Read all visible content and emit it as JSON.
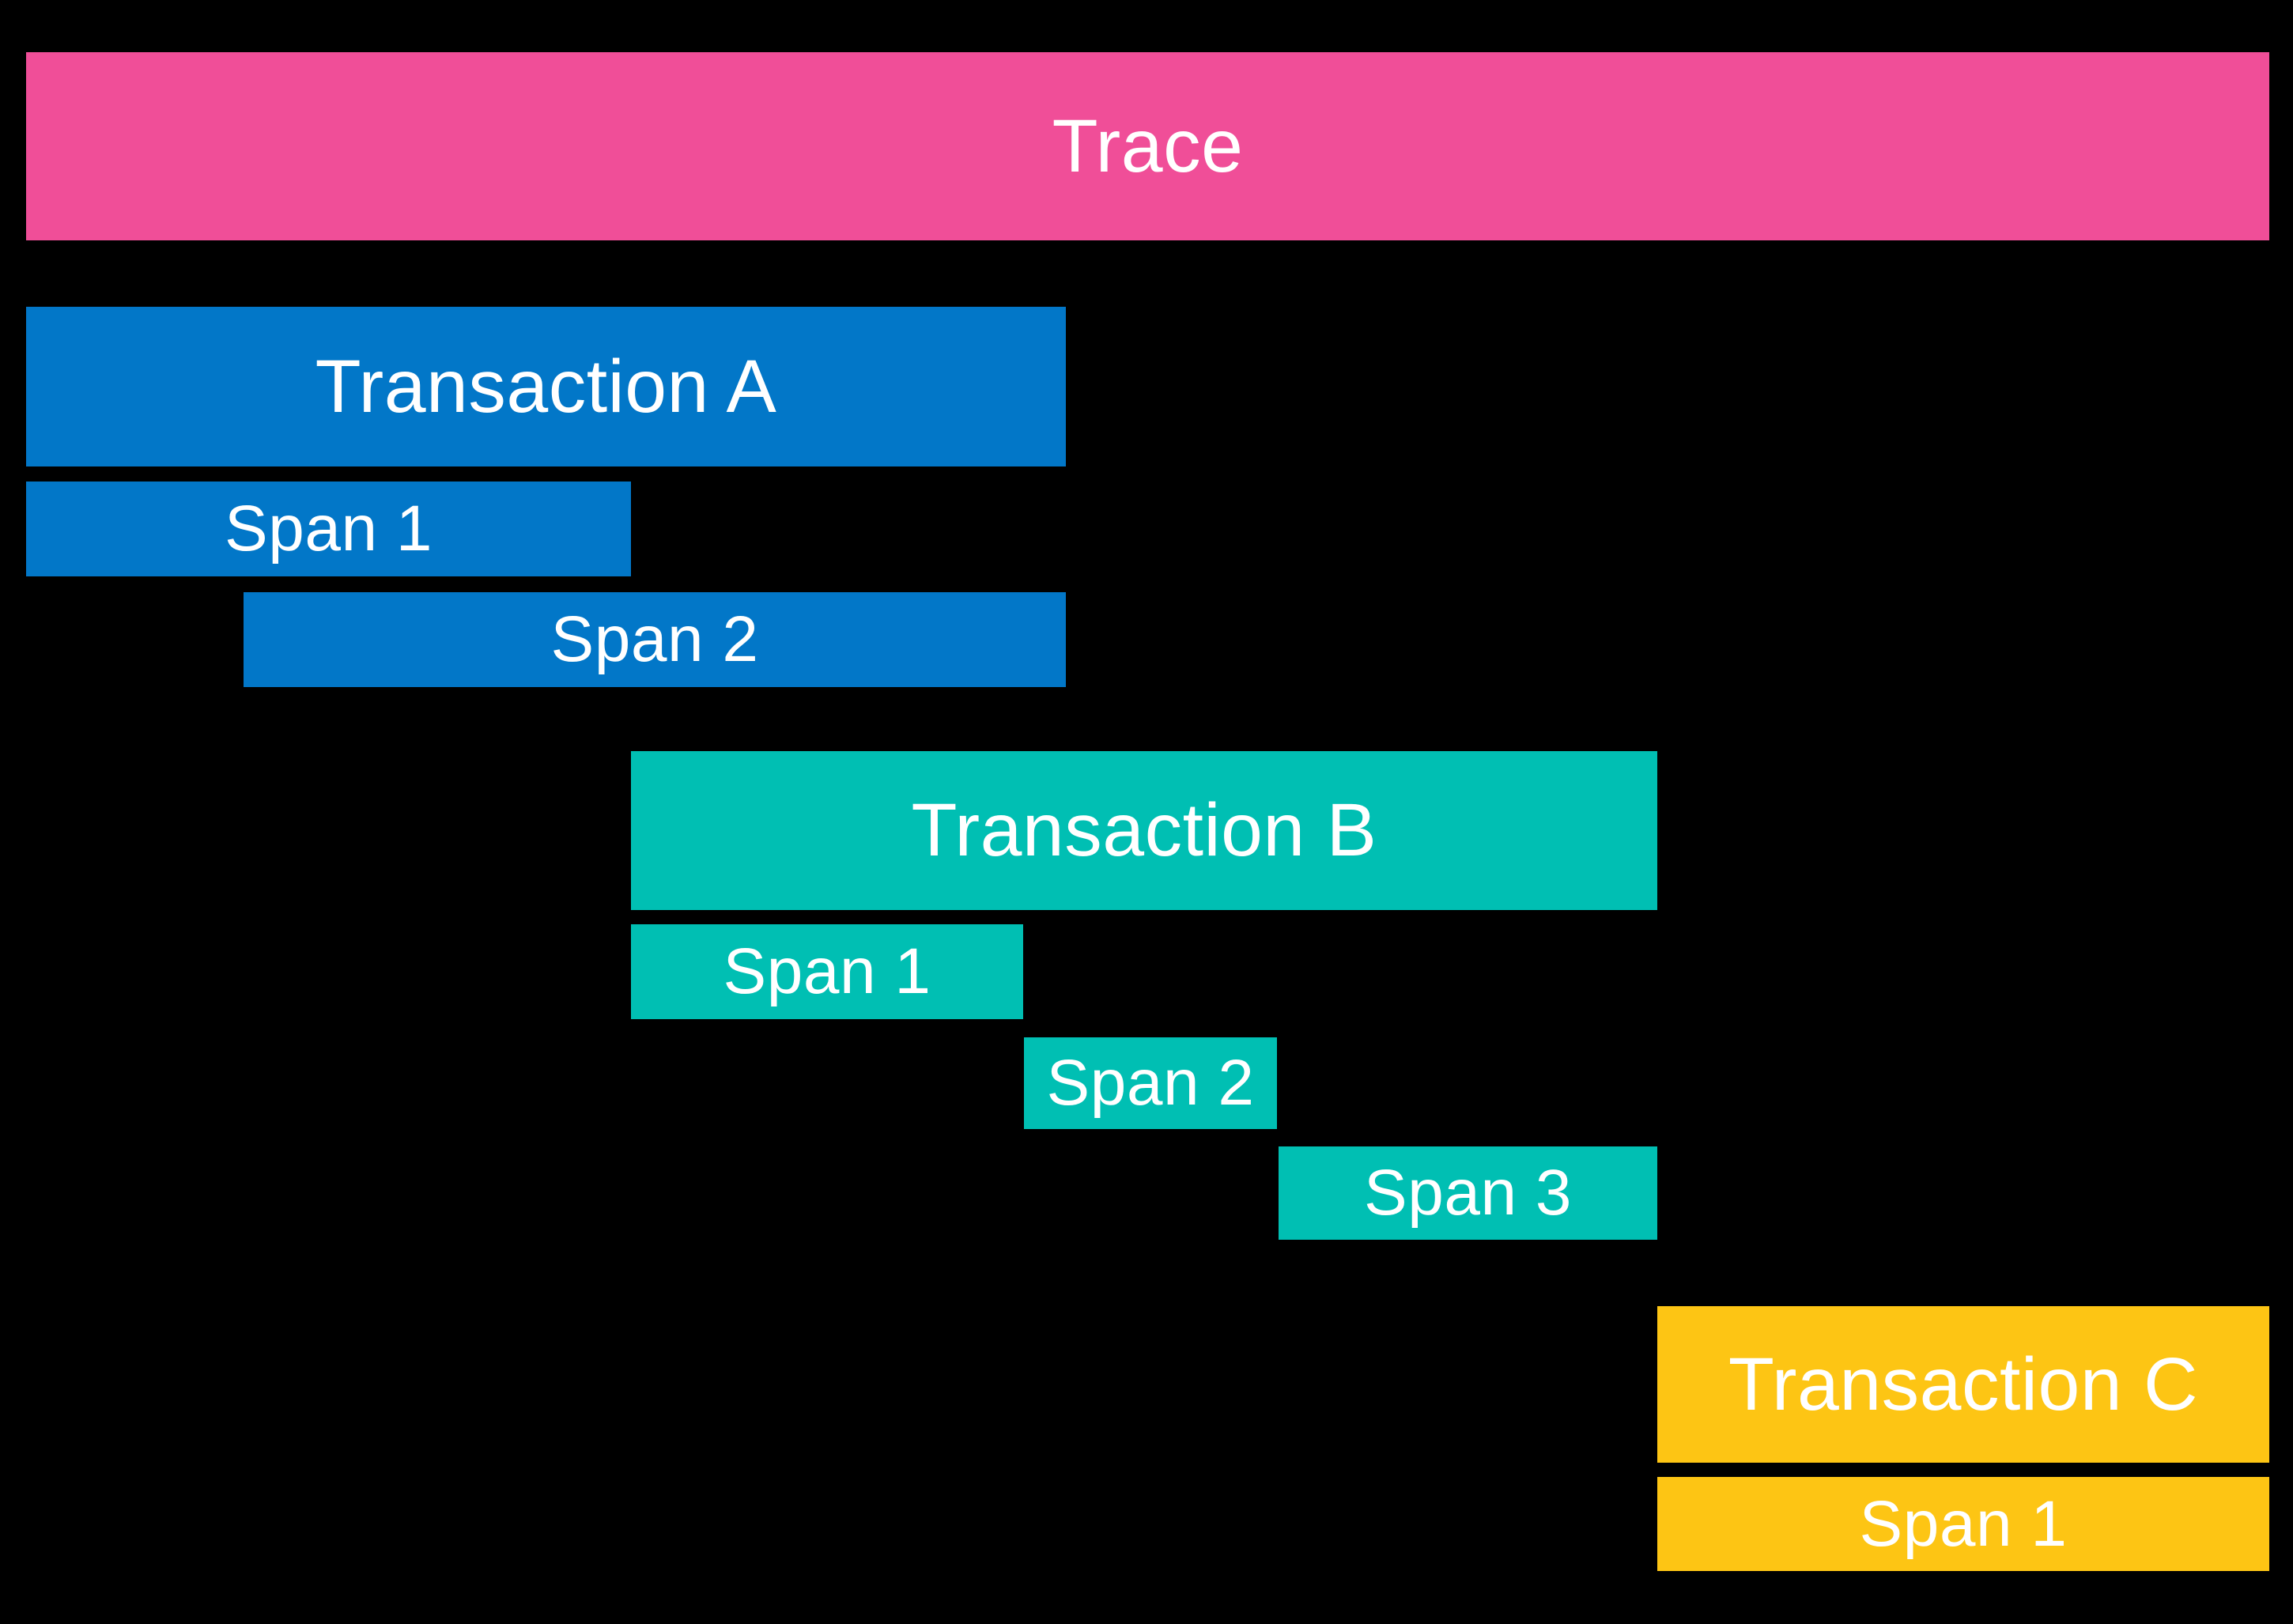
{
  "diagram": {
    "background": "#000000",
    "text_color": "#FFFFFF",
    "trace": {
      "label": "Trace",
      "color": "#F04E98"
    },
    "transactions": [
      {
        "label": "Transaction A",
        "color": "#0277C8",
        "spans": [
          {
            "label": "Span 1"
          },
          {
            "label": "Span 2"
          }
        ]
      },
      {
        "label": "Transaction B",
        "color": "#00BFB3",
        "spans": [
          {
            "label": "Span 1"
          },
          {
            "label": "Span 2"
          },
          {
            "label": "Span 3"
          }
        ]
      },
      {
        "label": "Transaction C",
        "color": "#FDC514",
        "spans": [
          {
            "label": "Span 1"
          }
        ]
      }
    ]
  }
}
